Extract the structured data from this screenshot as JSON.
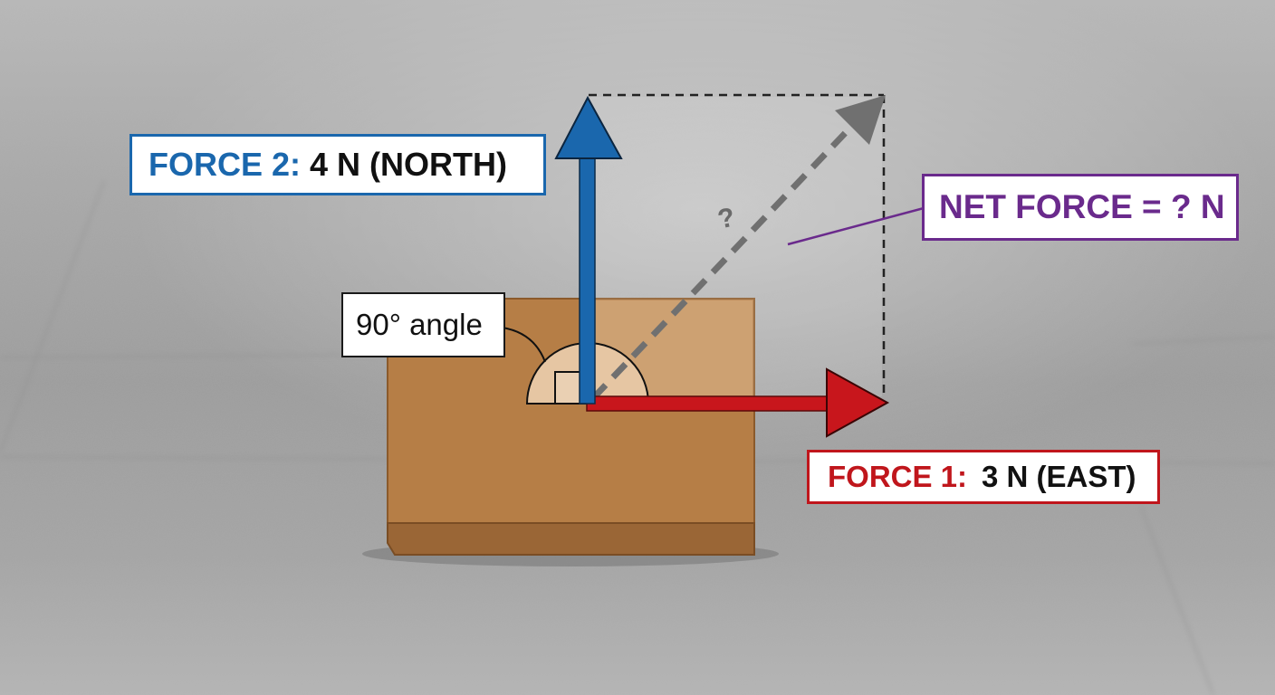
{
  "labels": {
    "force2": {
      "name": "FORCE 2:",
      "value": "4 N (NORTH)"
    },
    "force1": {
      "name": "FORCE 1:",
      "value": "3 N (EAST)"
    },
    "net_force": "NET FORCE = ? N",
    "angle": "90° angle",
    "resultant_marker": "?"
  },
  "colors": {
    "force1_arrow": "#c8161c",
    "force2_arrow": "#1a67ad",
    "resultant_arrow": "#707070",
    "net_force_accent": "#6a2a8c",
    "box": "#b57c45",
    "floor": "#a6a6a6"
  },
  "vectors": {
    "force1": {
      "magnitude_N": 3,
      "direction": "east"
    },
    "force2": {
      "magnitude_N": 4,
      "direction": "north"
    },
    "resultant": {
      "magnitude_N": "?"
    }
  }
}
